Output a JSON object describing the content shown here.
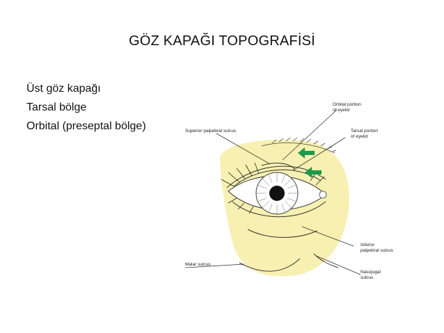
{
  "slide": {
    "title": "GÖZ KAPAĞI TOPOGRAFİSİ",
    "bullets": [
      "Üst göz kapağı",
      "Tarsal  bölge",
      "Orbital (preseptal bölge)"
    ]
  },
  "figure": {
    "labels": {
      "superior_palpebral_sulcus": "Superior palpebral sulcus",
      "orbital_portion_1": "Orbital portion",
      "orbital_portion_2": "of eyelid",
      "tarsal_portion_1": "Tarsal portion",
      "tarsal_portion_2": "of eyelid",
      "inferior_palpebral_1": "Inferior",
      "inferior_palpebral_2": "palpebral sulcus",
      "malar_sulcus": "Malar sulcus",
      "nasojugal_1": "Nasojugal",
      "nasojugal_2": "sulcus"
    },
    "colors": {
      "skin_highlight": "#f7f0b0",
      "arrow": "#1a9a4a",
      "line": "#333333"
    }
  }
}
